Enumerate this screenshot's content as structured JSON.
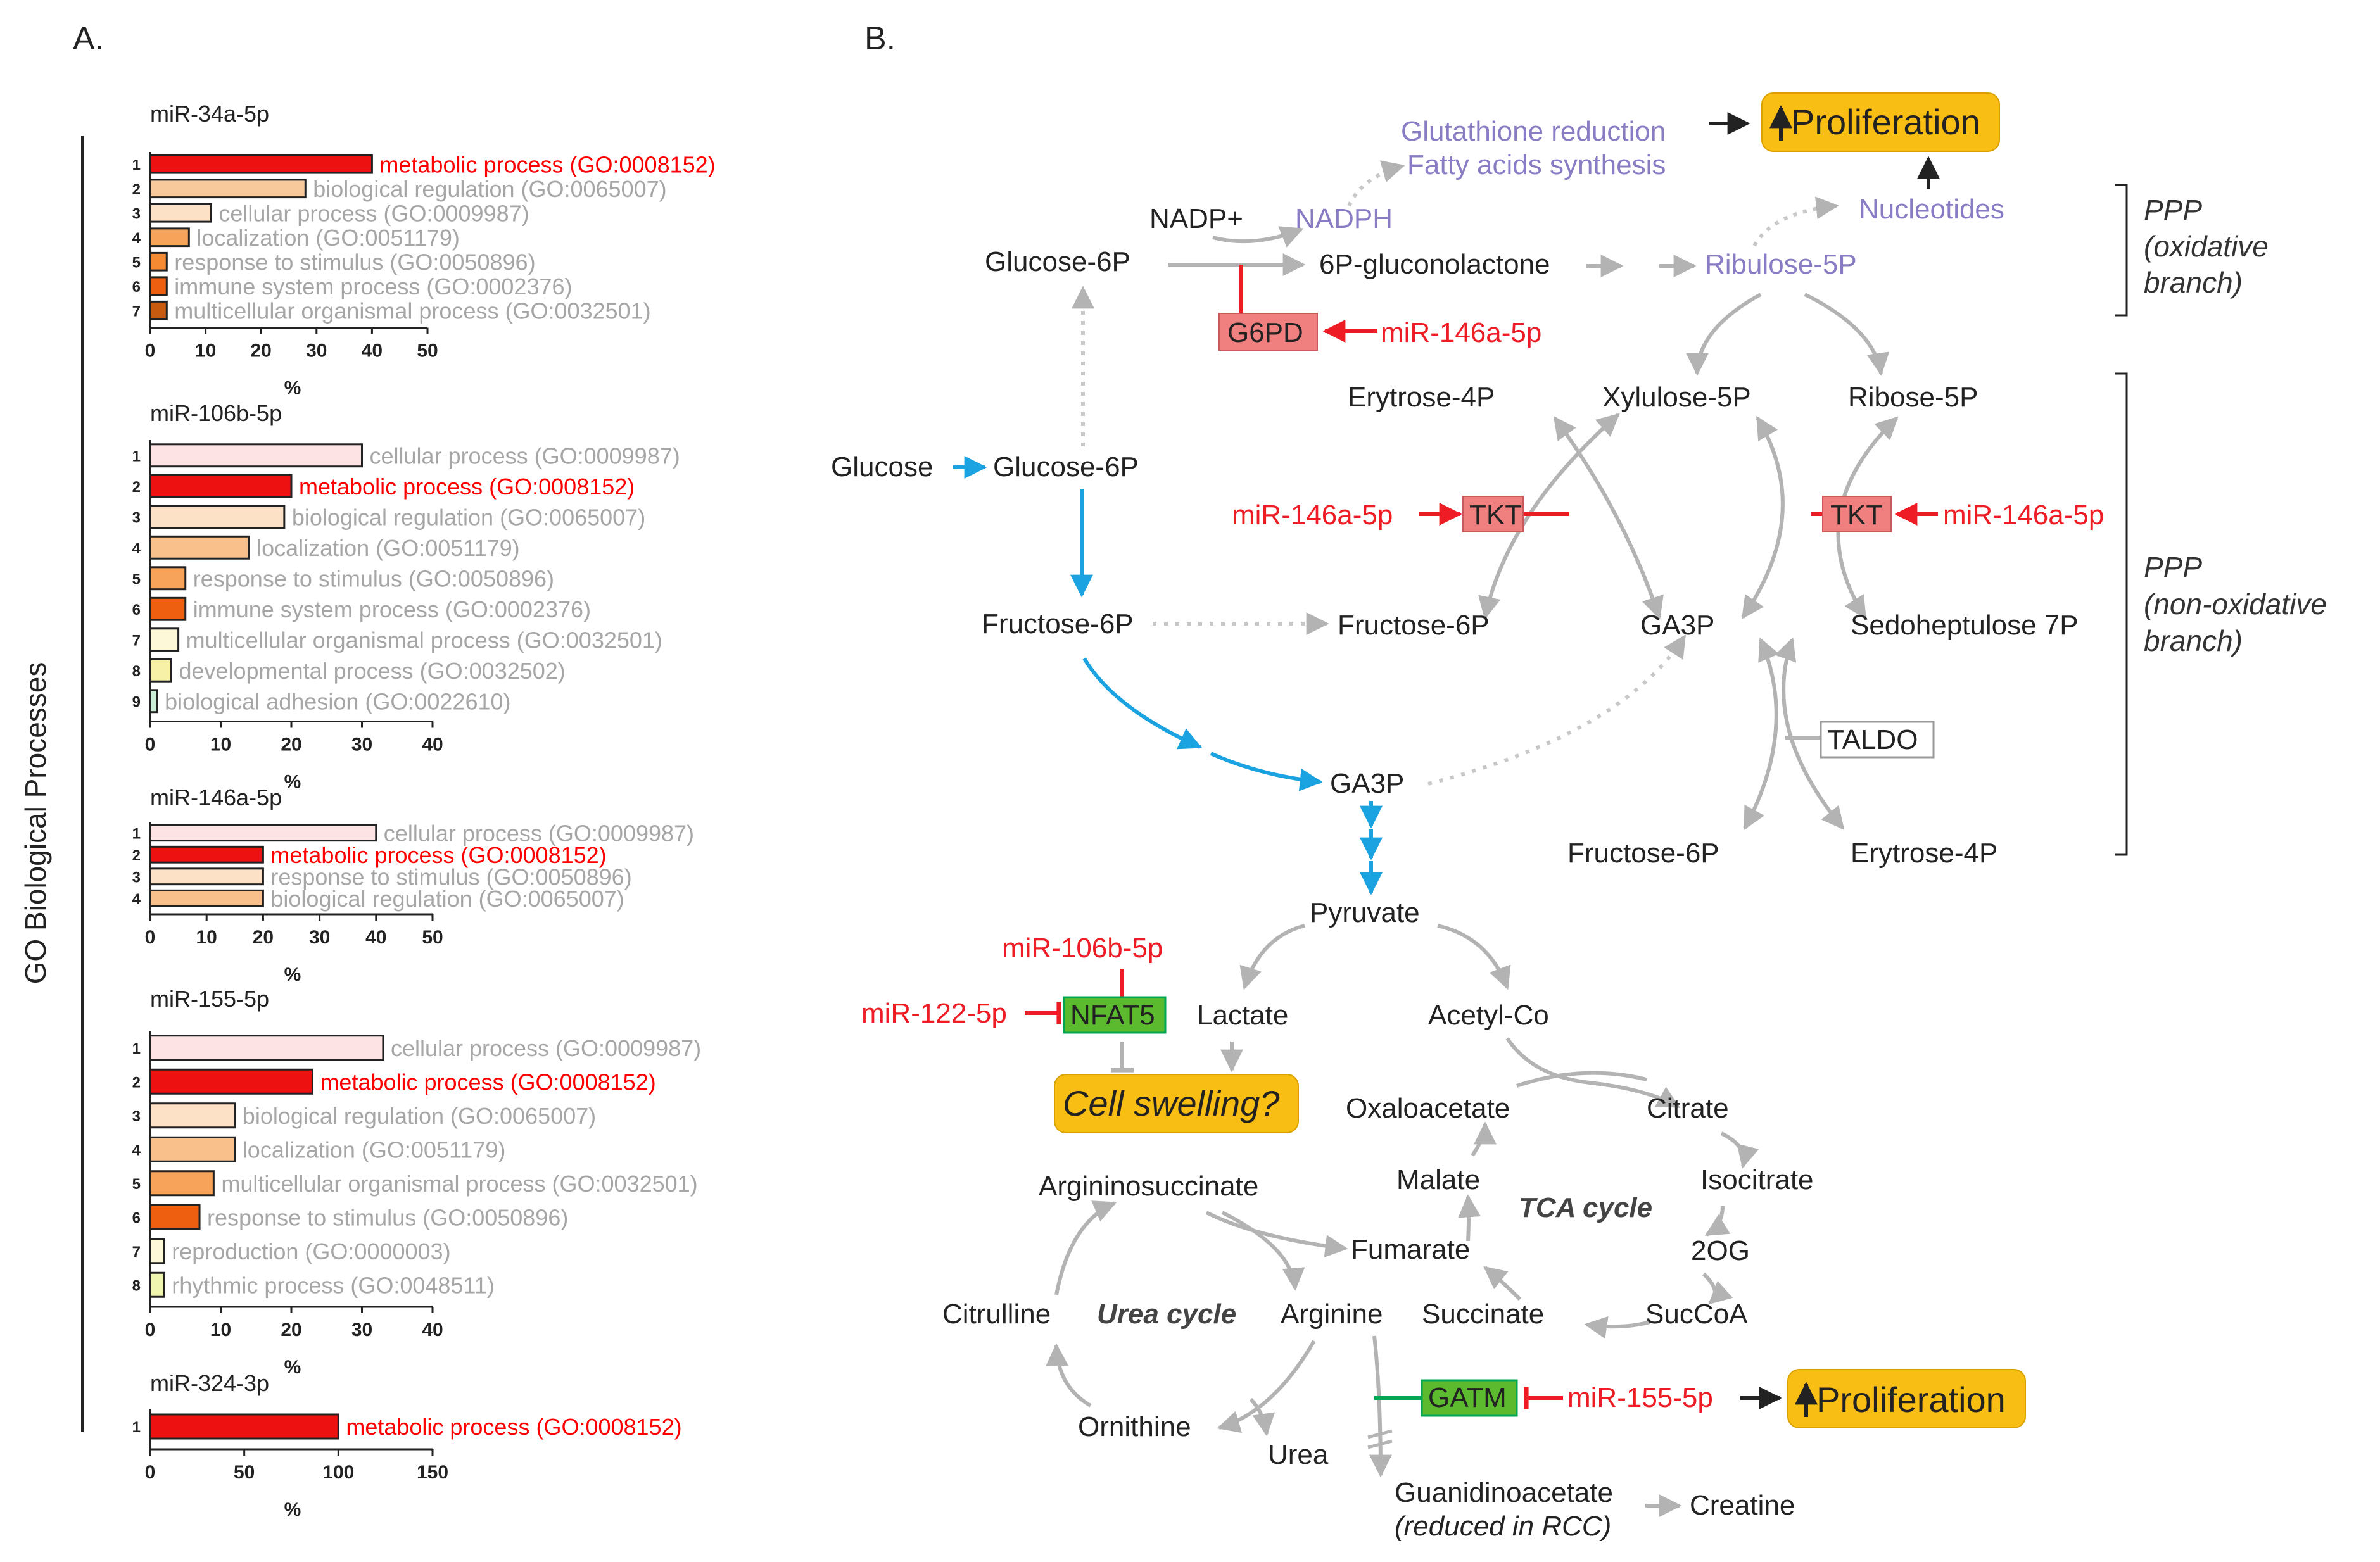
{
  "panel_a": {
    "label": "A.",
    "y_axis_label": "GO Biological Processes",
    "x_unit": "%",
    "colors": {
      "highlight": "#ff0000",
      "muted": "#a6a6a6",
      "axis": "#000000"
    },
    "charts": [
      {
        "title": "miR-34a-5p",
        "xlim": [
          0,
          50
        ],
        "ticks": [
          0,
          10,
          20,
          30,
          40,
          50
        ],
        "bars": [
          {
            "rank": "1",
            "label": "metabolic process (GO:0008152)",
            "value": 40,
            "color": "#ee1111",
            "highlight": true
          },
          {
            "rank": "2",
            "label": "biological regulation (GO:0065007)",
            "value": 28,
            "color": "#f7c99b",
            "highlight": false
          },
          {
            "rank": "3",
            "label": "cellular process (GO:0009987)",
            "value": 11,
            "color": "#fde1c7",
            "highlight": false
          },
          {
            "rank": "4",
            "label": "localization (GO:0051179)",
            "value": 7,
            "color": "#f8a35a",
            "highlight": false
          },
          {
            "rank": "5",
            "label": "response to stimulus (GO:0050896)",
            "value": 3,
            "color": "#f58a32",
            "highlight": false
          },
          {
            "rank": "6",
            "label": "immune system process (GO:0002376)",
            "value": 3,
            "color": "#ee6010",
            "highlight": false
          },
          {
            "rank": "7",
            "label": "multicellular organismal process (GO:0032501)",
            "value": 3,
            "color": "#c85a10",
            "highlight": false
          }
        ]
      },
      {
        "title": "miR-106b-5p",
        "xlim": [
          0,
          40
        ],
        "ticks": [
          0,
          10,
          20,
          30,
          40
        ],
        "bars": [
          {
            "rank": "1",
            "label": "cellular process (GO:0009987)",
            "value": 30,
            "color": "#fde3e3",
            "highlight": false
          },
          {
            "rank": "2",
            "label": "metabolic process (GO:0008152)",
            "value": 20,
            "color": "#ee1111",
            "highlight": true
          },
          {
            "rank": "3",
            "label": "biological regulation (GO:0065007)",
            "value": 19,
            "color": "#fde1c7",
            "highlight": false
          },
          {
            "rank": "4",
            "label": "localization (GO:0051179)",
            "value": 14,
            "color": "#f9c08b",
            "highlight": false
          },
          {
            "rank": "5",
            "label": "response to stimulus (GO:0050896)",
            "value": 5,
            "color": "#f8a35a",
            "highlight": false
          },
          {
            "rank": "6",
            "label": "immune system process (GO:0002376)",
            "value": 5,
            "color": "#ee6010",
            "highlight": false
          },
          {
            "rank": "7",
            "label": "multicellular organismal process (GO:0032501)",
            "value": 4,
            "color": "#fdf8d8",
            "highlight": false
          },
          {
            "rank": "8",
            "label": "developmental process (GO:0032502)",
            "value": 3,
            "color": "#f7f1a8",
            "highlight": false
          },
          {
            "rank": "9",
            "label": "biological adhesion (GO:0022610)",
            "value": 1,
            "color": "#c9edd5",
            "highlight": false
          }
        ]
      },
      {
        "title": "miR-146a-5p",
        "xlim": [
          0,
          50
        ],
        "ticks": [
          0,
          10,
          20,
          30,
          40,
          50
        ],
        "bars": [
          {
            "rank": "1",
            "label": "cellular process (GO:0009987)",
            "value": 40,
            "color": "#fde3e3",
            "highlight": false
          },
          {
            "rank": "2",
            "label": "metabolic process (GO:0008152)",
            "value": 20,
            "color": "#ee1111",
            "highlight": true
          },
          {
            "rank": "3",
            "label": "response to stimulus (GO:0050896)",
            "value": 20,
            "color": "#fde1c7",
            "highlight": false
          },
          {
            "rank": "4",
            "label": "biological regulation (GO:0065007)",
            "value": 20,
            "color": "#f9c08b",
            "highlight": false
          }
        ]
      },
      {
        "title": "miR-155-5p",
        "xlim": [
          0,
          40
        ],
        "ticks": [
          0,
          10,
          20,
          30,
          40
        ],
        "bars": [
          {
            "rank": "1",
            "label": "cellular process (GO:0009987)",
            "value": 33,
            "color": "#fde3e3",
            "highlight": false
          },
          {
            "rank": "2",
            "label": "metabolic process (GO:0008152)",
            "value": 23,
            "color": "#ee1111",
            "highlight": true
          },
          {
            "rank": "3",
            "label": "biological regulation (GO:0065007)",
            "value": 12,
            "color": "#fde1c7",
            "highlight": false
          },
          {
            "rank": "4",
            "label": "localization (GO:0051179)",
            "value": 12,
            "color": "#f9c08b",
            "highlight": false
          },
          {
            "rank": "5",
            "label": "multicellular organismal process (GO:0032501)",
            "value": 9,
            "color": "#f8a35a",
            "highlight": false
          },
          {
            "rank": "6",
            "label": "response to stimulus (GO:0050896)",
            "value": 7,
            "color": "#ee6010",
            "highlight": false
          },
          {
            "rank": "7",
            "label": "reproduction (GO:0000003)",
            "value": 2,
            "color": "#fdf8d8",
            "highlight": false
          },
          {
            "rank": "8",
            "label": "rhythmic process (GO:0048511)",
            "value": 2,
            "color": "#f0f5b0",
            "highlight": false
          }
        ]
      },
      {
        "title": "miR-324-3p",
        "xlim": [
          0,
          150
        ],
        "ticks": [
          0,
          50,
          100,
          150
        ],
        "bars": [
          {
            "rank": "1",
            "label": "metabolic process (GO:0008152)",
            "value": 100,
            "color": "#ee1111",
            "highlight": true
          }
        ]
      }
    ]
  },
  "panel_b": {
    "label": "B.",
    "colors": {
      "gray": "#b3b3b3",
      "blue": "#1aa3e0",
      "red": "#ee1c24",
      "purple": "#8a7cc4",
      "black": "#222222",
      "green": "#00a651",
      "yellow": "#f9be14",
      "pink": "#f08080",
      "nfat_green": "#5cba2f"
    },
    "nodes": {
      "glutathione": "Glutathione reduction",
      "fatty_acids": "Fatty acids synthesis",
      "prolif_top": "Proliferation",
      "nadp": "NADP+",
      "nadph": "NADPH",
      "nucleotides": "Nucleotides",
      "glucose6p_top": "Glucose-6P",
      "gluconolactone": "6P-gluconolactone",
      "ribulose5p": "Ribulose-5P",
      "g6pd": "G6PD",
      "mir146_g6pd": "miR-146a-5p",
      "erytrose4p_top": "Erytrose-4P",
      "xylulose5p": "Xylulose-5P",
      "ribose5p": "Ribose-5P",
      "glucose": "Glucose",
      "glucose6p": "Glucose-6P",
      "mir146_tkt_left": "miR-146a-5p",
      "tkt_left": "TKT",
      "tkt_right": "TKT",
      "mir146_tkt_right": "miR-146a-5p",
      "fructose6p_left": "Fructose-6P",
      "fructose6p_mid": "Fructose-6P",
      "ga3p_mid": "GA3P",
      "sedoheptulose": "Sedoheptulose 7P",
      "taldo": "TALDO",
      "ga3p_low": "GA3P",
      "fructose6p_low": "Fructose-6P",
      "erytrose4p_low": "Erytrose-4P",
      "pyruvate": "Pyruvate",
      "mir106b": "miR-106b-5p",
      "mir122": "miR-122-5p",
      "nfat5": "NFAT5",
      "lactate": "Lactate",
      "acetyl": "Acetyl-Co",
      "cell_swelling": "Cell swelling?",
      "oxaloacetate": "Oxaloacetate",
      "citrate": "Citrate",
      "argininosuccinate": "Argininosuccinate",
      "malate": "Malate",
      "isocitrate": "Isocitrate",
      "tca_cycle": "TCA cycle",
      "fumarate": "Fumarate",
      "twoog": "2OG",
      "citrulline": "Citrulline",
      "urea_cycle": "Urea cycle",
      "arginine": "Arginine",
      "succinate": "Succinate",
      "succoa": "SucCoA",
      "gatm": "GATM",
      "mir155": "miR-155-5p",
      "prolif_bottom": "Proliferation",
      "ornithine": "Ornithine",
      "urea": "Urea",
      "guanidinoacetate": "Guanidinoacetate",
      "reduced_rcc": "(reduced in RCC)",
      "creatine": "Creatine"
    },
    "branches": {
      "ppp_ox": [
        "PPP",
        "(oxidative",
        "branch)"
      ],
      "ppp_nonox": [
        "PPP",
        "(non-oxidative",
        "branch)"
      ]
    }
  }
}
